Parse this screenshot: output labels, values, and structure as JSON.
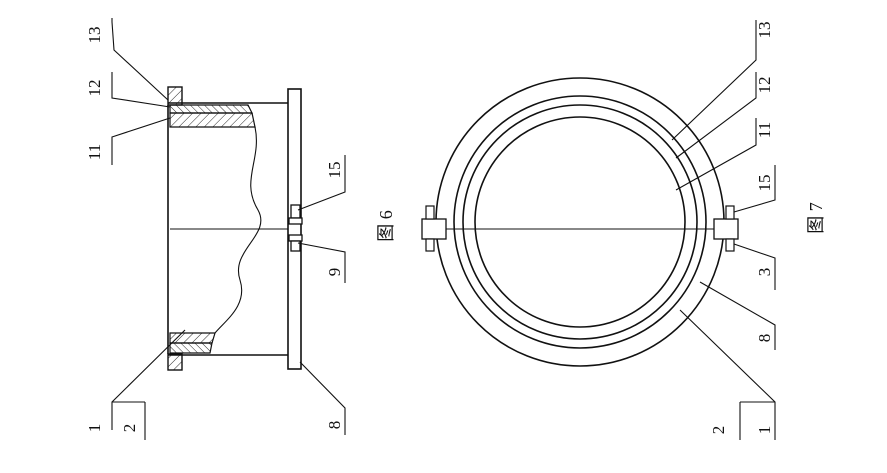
{
  "figures": {
    "fig6": {
      "caption": "图 6"
    },
    "fig7": {
      "caption": "图 7"
    }
  },
  "fig6_labels": {
    "l13": "13",
    "l12": "12",
    "l11": "11",
    "l15": "15",
    "l9": "9",
    "l1": "1",
    "l2": "2",
    "l8": "8"
  },
  "fig7_labels": {
    "l13": "13",
    "l12": "12",
    "l11": "11",
    "l15": "15",
    "l3": "3",
    "l8": "8",
    "l2": "2",
    "l1": "1"
  }
}
